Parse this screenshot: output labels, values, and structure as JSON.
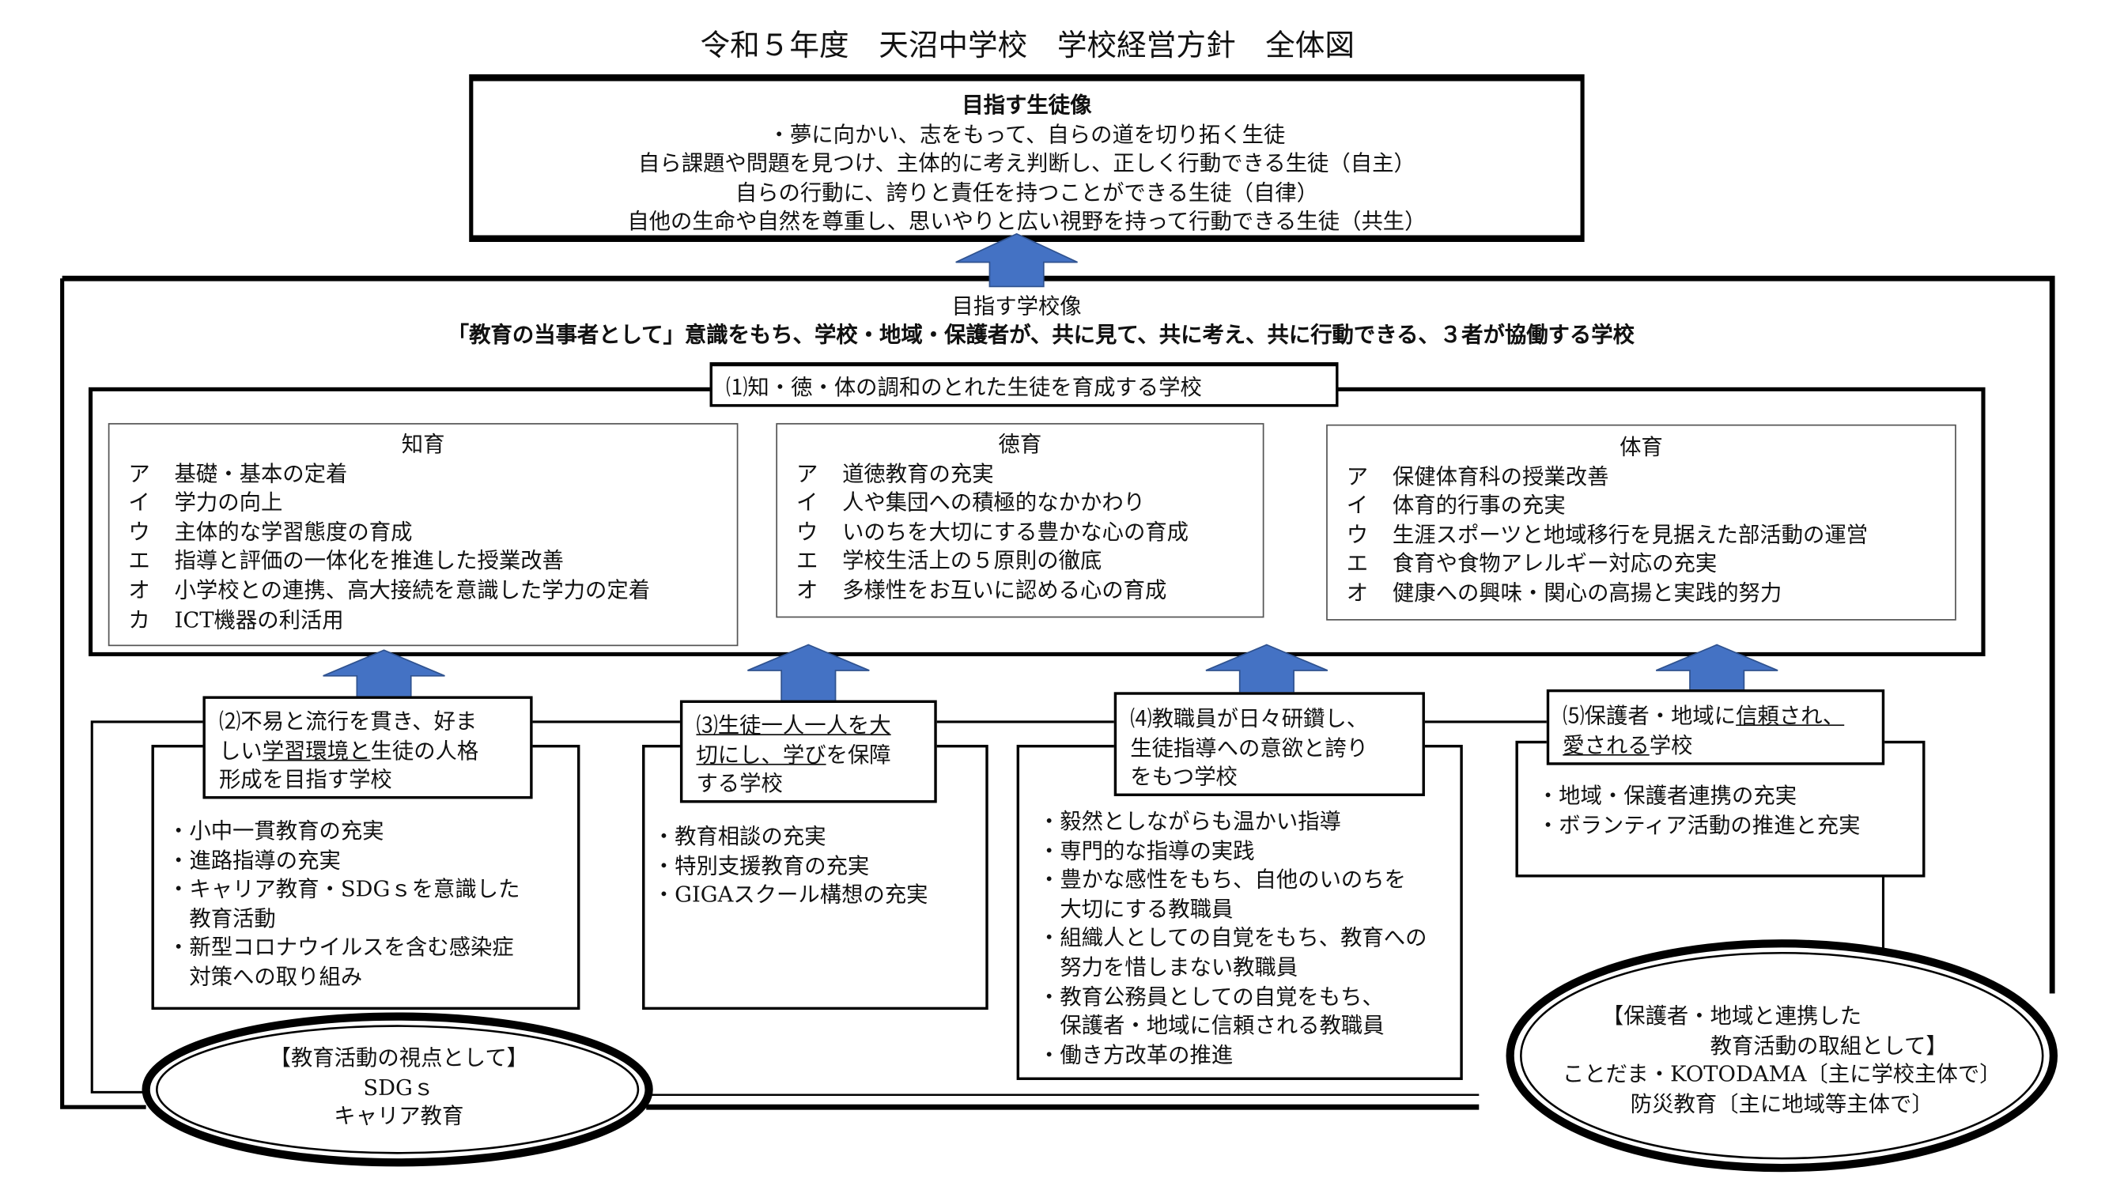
{
  "title": "令和５年度　天沼中学校　学校経営方針　全体図",
  "student_vision": {
    "heading": "目指す生徒像",
    "lines": [
      "・夢に向かい、志をもって、自らの道を切り拓く生徒",
      "自ら課題や問題を見つけ、主体的に考え判断し、正しく行動できる生徒（自主）",
      "自らの行動に、誇りと責任を持つことができる生徒（自律）",
      "自他の生命や自然を尊重し、思いやりと広い視野を持って行動できる生徒（共生）"
    ]
  },
  "school_vision": {
    "heading": "目指す学校像",
    "statement": "「教育の当事者として」意識をもち、学校・地域・保護者が、共に見て、共に考え、共に行動できる、３者が協働する学校"
  },
  "goal1": {
    "label": "⑴知・徳・体の調和のとれた生徒を育成する学校",
    "columns": [
      {
        "title": "知育",
        "items": [
          [
            "ア",
            "基礎・基本の定着"
          ],
          [
            "イ",
            "学力の向上"
          ],
          [
            "ウ",
            "主体的な学習態度の育成"
          ],
          [
            "エ",
            "指導と評価の一体化を推進した授業改善"
          ],
          [
            "オ",
            "小学校との連携、高大接続を意識した学力の定着"
          ],
          [
            "カ",
            "ICT機器の利活用"
          ]
        ]
      },
      {
        "title": "徳育",
        "items": [
          [
            "ア",
            "道徳教育の充実"
          ],
          [
            "イ",
            "人や集団への積極的なかかわり"
          ],
          [
            "ウ",
            "いのちを大切にする豊かな心の育成"
          ],
          [
            "エ",
            "学校生活上の５原則の徹底"
          ],
          [
            "オ",
            "多様性をお互いに認める心の育成"
          ]
        ]
      },
      {
        "title": "体育",
        "items": [
          [
            "ア",
            "保健体育科の授業改善"
          ],
          [
            "イ",
            "体育的行事の充実"
          ],
          [
            "ウ",
            "生涯スポーツと地域移行を見据えた部活動の運営"
          ],
          [
            "エ",
            "食育や食物アレルギー対応の充実"
          ],
          [
            "オ",
            "健康への興味・関心の高揚と実践的努力"
          ]
        ]
      }
    ]
  },
  "goal2": {
    "label": [
      "⑵不易と流行を貫き、好ま",
      "しい",
      "学習環境と",
      "生徒の人格",
      "形成を目指す学校"
    ],
    "items": [
      "・小中一貫教育の充実",
      "・進路指導の充実",
      "・キャリア教育・SDGｓを意識した",
      "　教育活動",
      "・新型コロナウイルスを含む感染症",
      "　対策への取り組み"
    ]
  },
  "goal3": {
    "label": [
      "⑶生徒一人一人を大",
      "切にし、学び",
      "を保障",
      "する学校"
    ],
    "items": [
      "・教育相談の充実",
      "・特別支援教育の充実",
      "・GIGAスクール構想の充実"
    ]
  },
  "goal4": {
    "label": [
      "⑷教職員が日々研鑽し、",
      "生徒指導への意欲と誇り",
      "をもつ学校"
    ],
    "items": [
      "・毅然としながらも温かい指導",
      "・専門的な指導の実践",
      "・豊かな感性をもち、自他のいのちを",
      "　大切にする教職員",
      "・組織人としての自覚をもち、教育への",
      "　努力を惜しまない教職員",
      "・教育公務員としての自覚をもち、",
      "　保護者・地域に信頼される教職員",
      "・働き方改革の推進"
    ]
  },
  "goal5": {
    "label": [
      "⑸保護者・地域に",
      "信頼され、",
      "愛される",
      "学校"
    ],
    "items": [
      "・地域・保護者連携の充実",
      "・ボランティア活動の推進と充実"
    ]
  },
  "ellipse_left": {
    "lines": [
      "【教育活動の視点として】",
      "SDGｓ",
      "キャリア教育"
    ]
  },
  "ellipse_right": {
    "lines": [
      "【保護者・地域と連携した",
      "　　　　　教育活動の取組として】",
      "ことだま・KOTODAMA〔主に学校主体で〕",
      "防災教育〔主に地域等主体で〕"
    ]
  },
  "colors": {
    "arrow": "#4472C4",
    "arrow_border": "#2F528F"
  }
}
